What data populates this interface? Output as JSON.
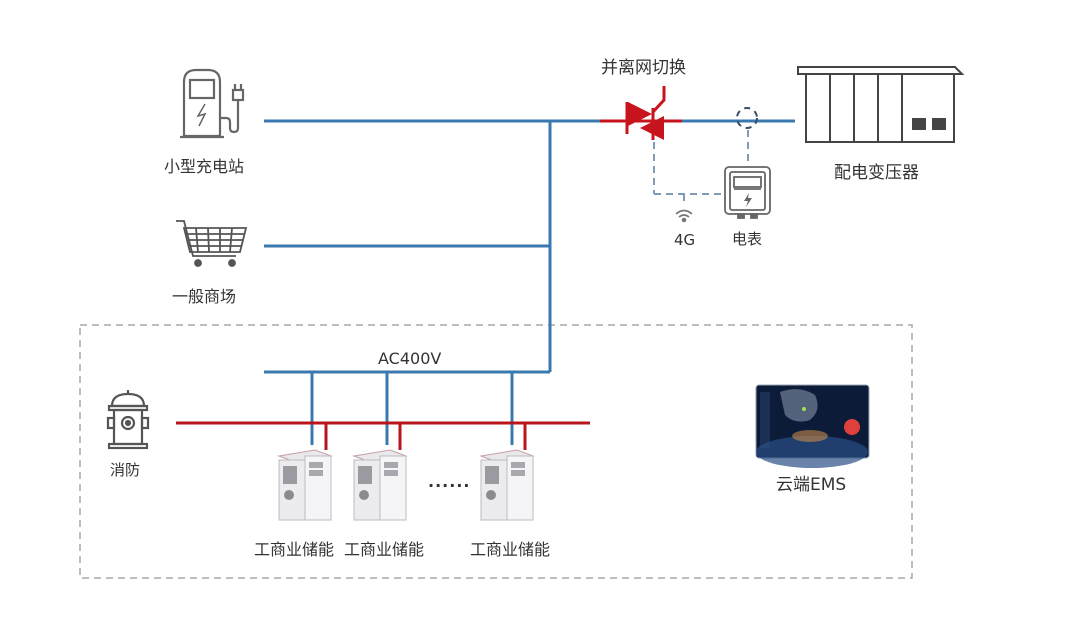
{
  "colors": {
    "ac_bus": "#3a78b0",
    "fire_bus": "#b8141c",
    "switch": "#c8141c",
    "comm_line": "#7f9bb5",
    "boundary": "#a8a8a8",
    "icon_stroke": "#555555",
    "label": "#333333"
  },
  "nodes": {
    "charging_station": {
      "label": "小型充电站",
      "icon": "ev-charger-icon"
    },
    "shopping_mall": {
      "label": "一般商场",
      "icon": "shopping-cart-icon"
    },
    "grid_switch": {
      "label": "并离网切换",
      "icon": "thyristor-switch-icon"
    },
    "transformer": {
      "label": "配电变压器",
      "icon": "transformer-cabinet-icon"
    },
    "meter": {
      "label": "电表",
      "icon": "electric-meter-icon"
    },
    "comm_4g": {
      "label": "4G",
      "icon": "wifi-signal-icon"
    },
    "fire_protection": {
      "label": "消防",
      "icon": "fire-hydrant-icon"
    },
    "cloud_ems": {
      "label": "云端EMS",
      "icon": "ems-dashboard-screen"
    }
  },
  "bus": {
    "voltage_label": "AC400V"
  },
  "storage_units": [
    {
      "label": "工商业储能"
    },
    {
      "label": "工商业储能"
    },
    {
      "label": "工商业储能"
    }
  ],
  "ellipsis": "......"
}
